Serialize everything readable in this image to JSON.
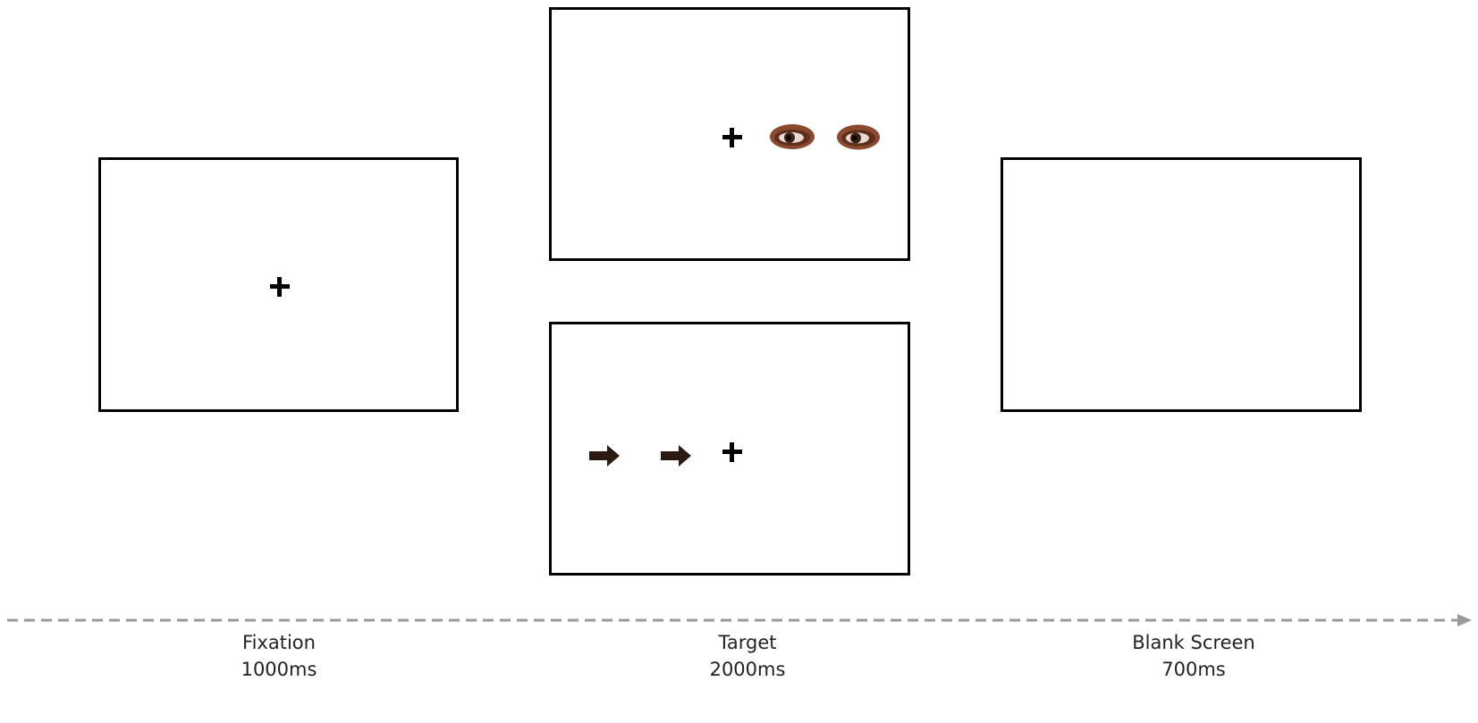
{
  "colors": {
    "frame": "#000000",
    "timeline": "#9a9a9a",
    "eye_iris": "#8b4a2e",
    "arrow": "#2a1a12"
  },
  "screens": [
    {
      "id": "fixation",
      "content": [
        "fixation-cross"
      ]
    },
    {
      "id": "target-eyes",
      "content": [
        "fixation-cross",
        "eye",
        "eye"
      ]
    },
    {
      "id": "target-arrows",
      "content": [
        "arrow-right",
        "arrow-right",
        "fixation-cross"
      ]
    },
    {
      "id": "blank",
      "content": []
    }
  ],
  "stages": [
    {
      "name": "Fixation",
      "duration": "1000ms"
    },
    {
      "name": "Target",
      "duration": "2000ms"
    },
    {
      "name": "Blank Screen",
      "duration": "700ms"
    }
  ]
}
